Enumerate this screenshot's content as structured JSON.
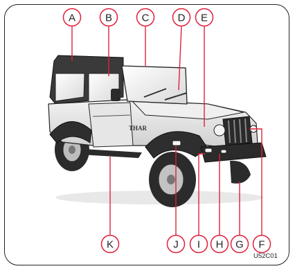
{
  "diagram": {
    "callouts": [
      {
        "id": "A",
        "letter": "A"
      },
      {
        "id": "B",
        "letter": "B"
      },
      {
        "id": "C",
        "letter": "C"
      },
      {
        "id": "D",
        "letter": "D"
      },
      {
        "id": "E",
        "letter": "E"
      },
      {
        "id": "F",
        "letter": "F"
      },
      {
        "id": "G",
        "letter": "G"
      },
      {
        "id": "H",
        "letter": "H"
      },
      {
        "id": "I",
        "letter": "I"
      },
      {
        "id": "J",
        "letter": "J"
      },
      {
        "id": "K",
        "letter": "K"
      }
    ],
    "reference_code": "U52C01",
    "badge_text": "THAR",
    "colors": {
      "callout": "#e0203a",
      "outline": "#222222",
      "body_gray": "#d9d9d9",
      "soft_top": "#3a3a3a"
    }
  }
}
